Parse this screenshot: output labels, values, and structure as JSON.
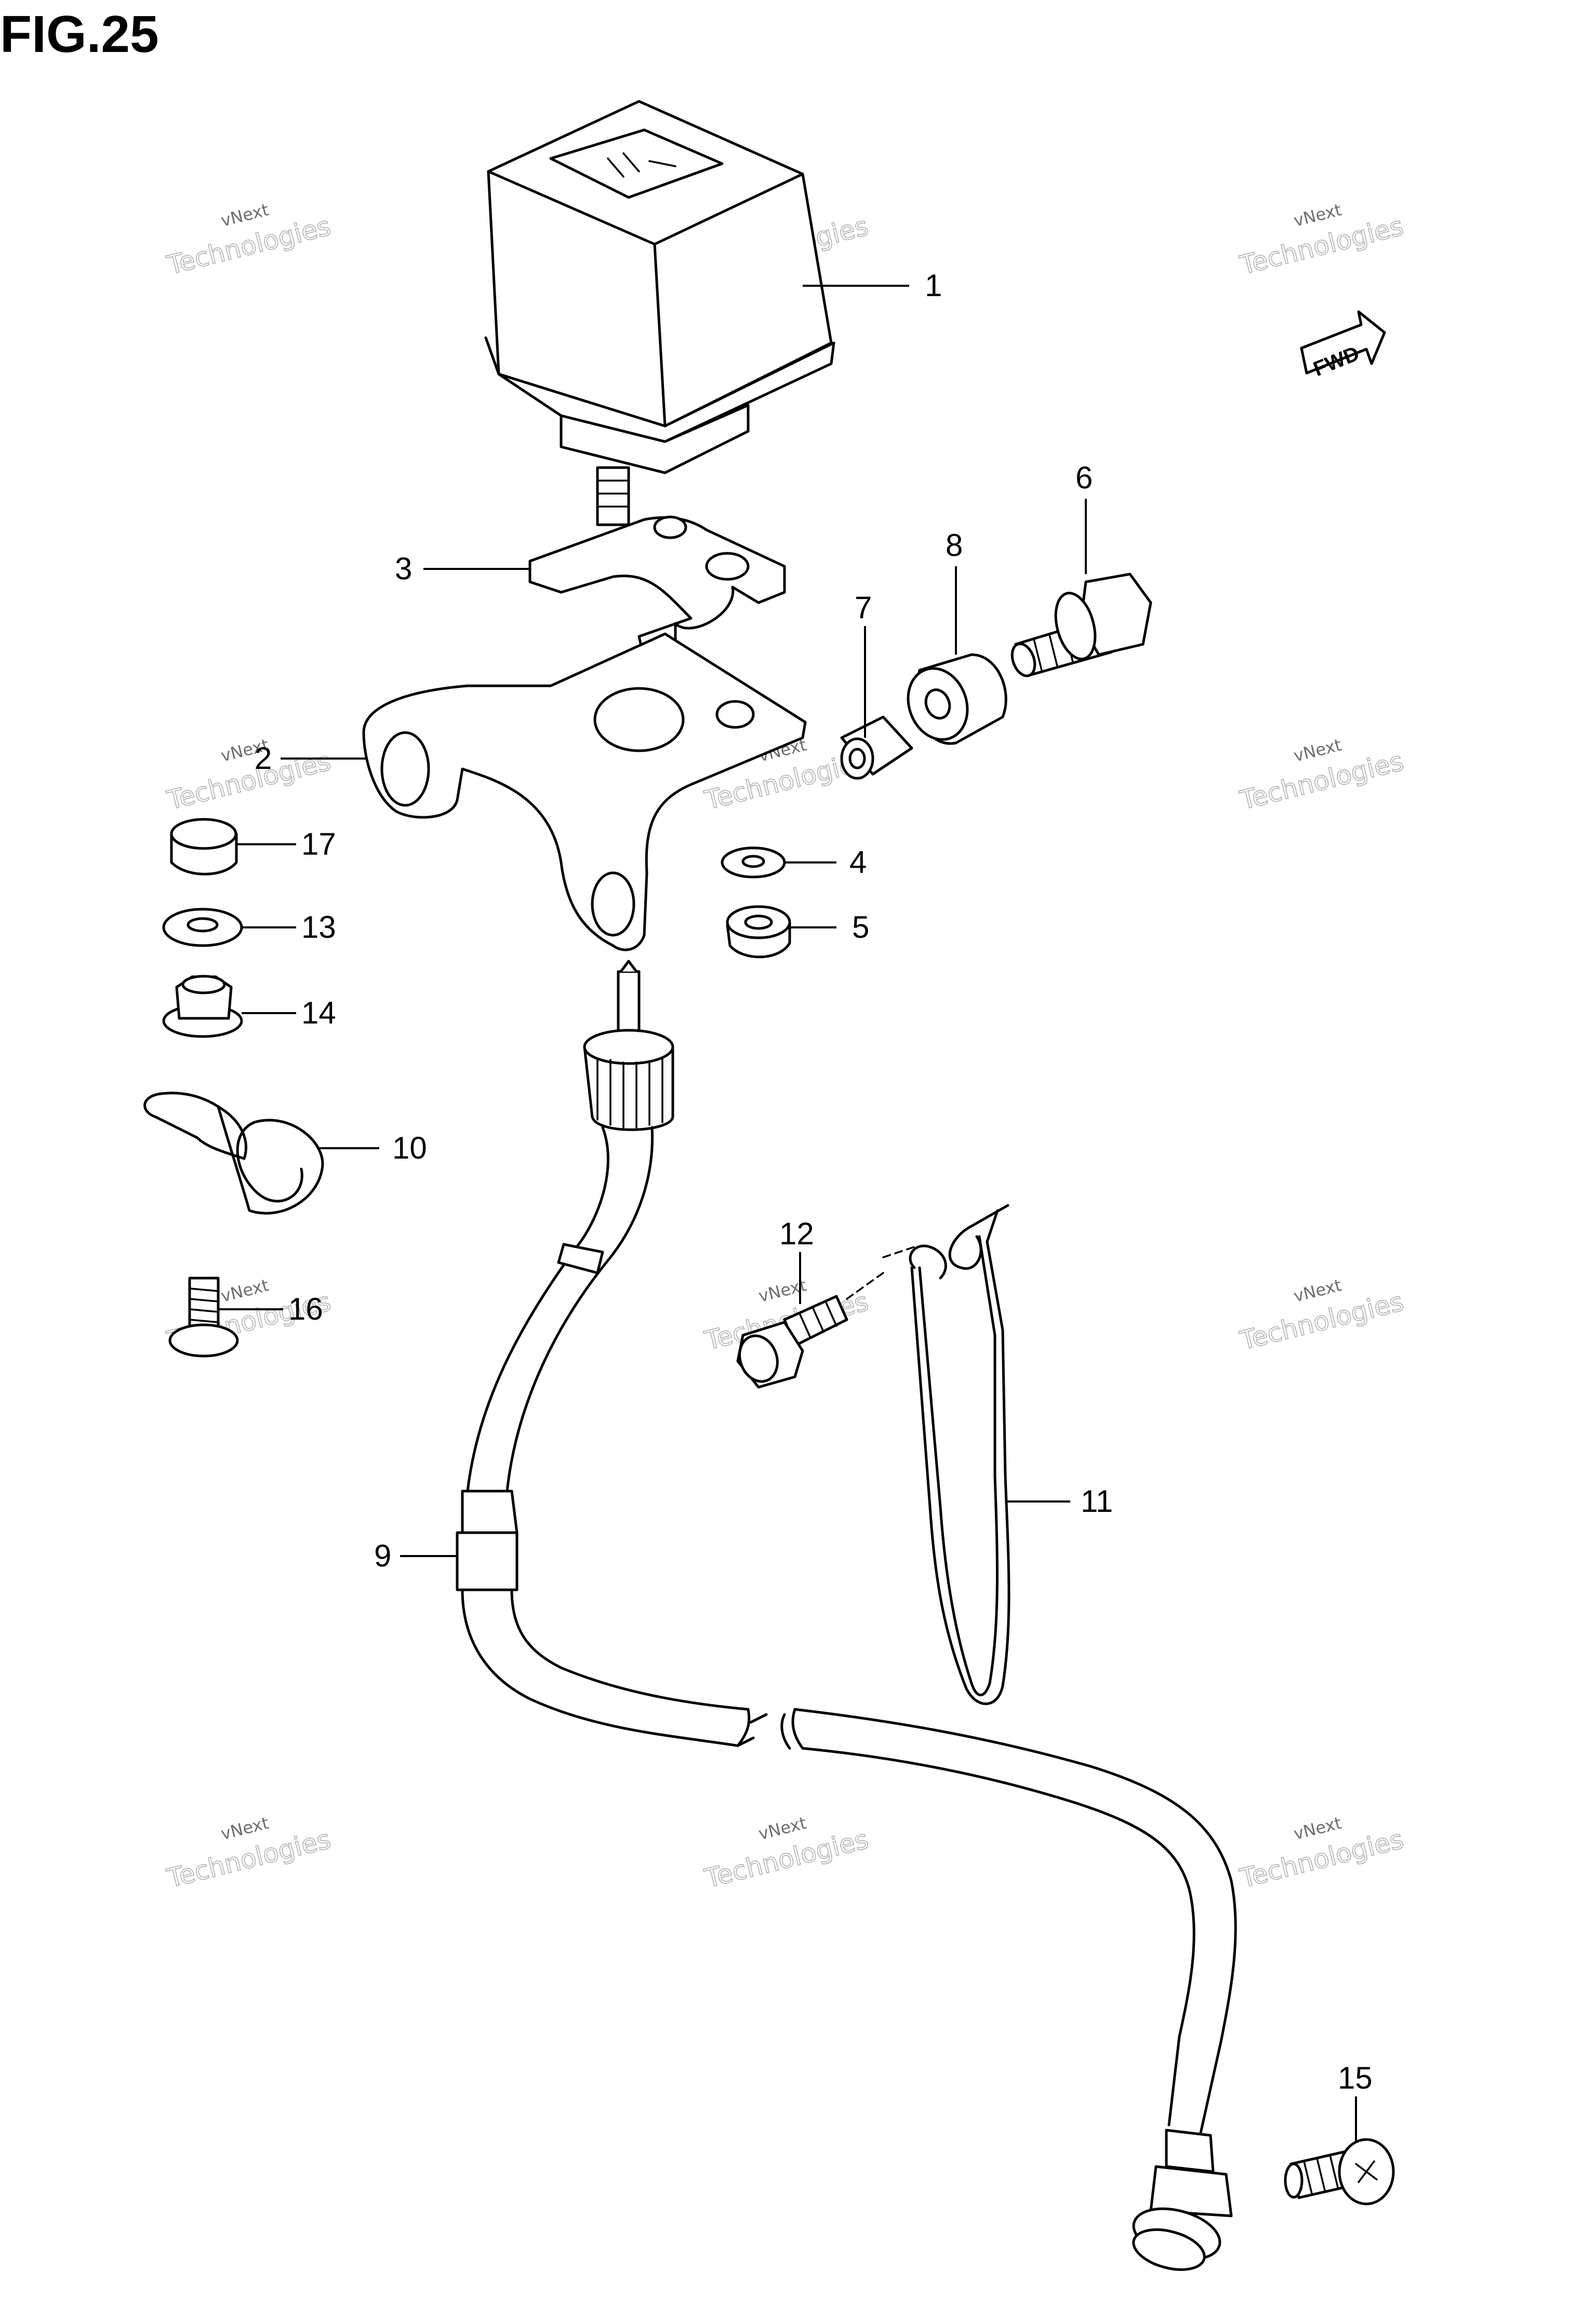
{
  "figure": {
    "title": "FIG.25"
  },
  "fwd_label": "FWD",
  "callouts": [
    "1",
    "2",
    "3",
    "4",
    "5",
    "6",
    "7",
    "8",
    "9",
    "10",
    "11",
    "12",
    "13",
    "14",
    "15",
    "16",
    "17"
  ],
  "watermark": {
    "line1": "vNext",
    "line2": "Technologies"
  }
}
